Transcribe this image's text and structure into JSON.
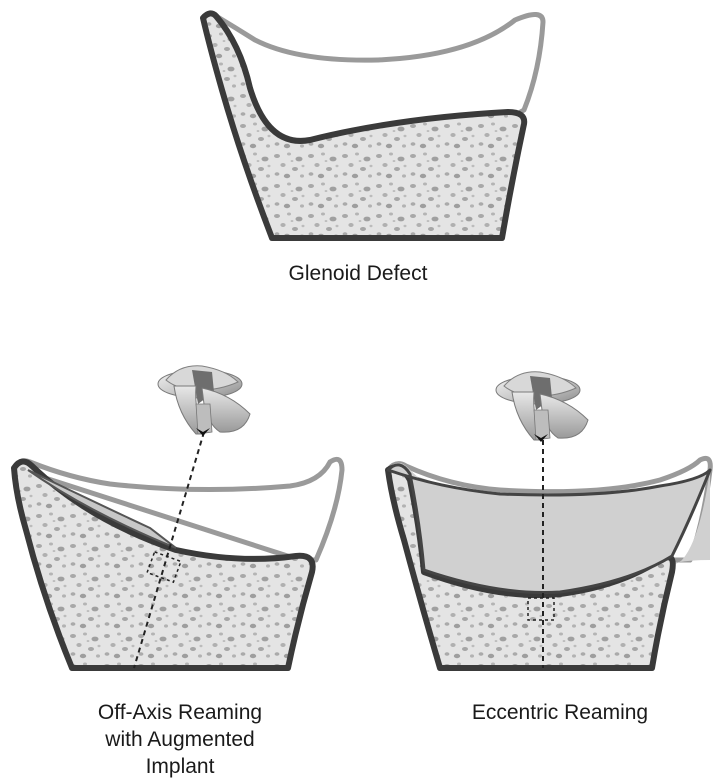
{
  "captions": {
    "top": "Glenoid Defect",
    "left_line1": "Off-Axis Reaming",
    "left_line2": "with Augmented",
    "left_line3": "Implant",
    "right": "Eccentric Reaming"
  },
  "colors": {
    "bone_outline": "#3a3a3a",
    "native_surface_outline": "#9a9a9a",
    "cancellous_fill": "#e4e4e4",
    "pore": "#a8a8a8",
    "reamed_region": "#d0d0d0",
    "implant_light": "#dcdcdc",
    "implant_dark": "#6e6e6e",
    "axis_line": "#222222"
  },
  "icons": {
    "implant": "glenoid-implant-icon"
  }
}
